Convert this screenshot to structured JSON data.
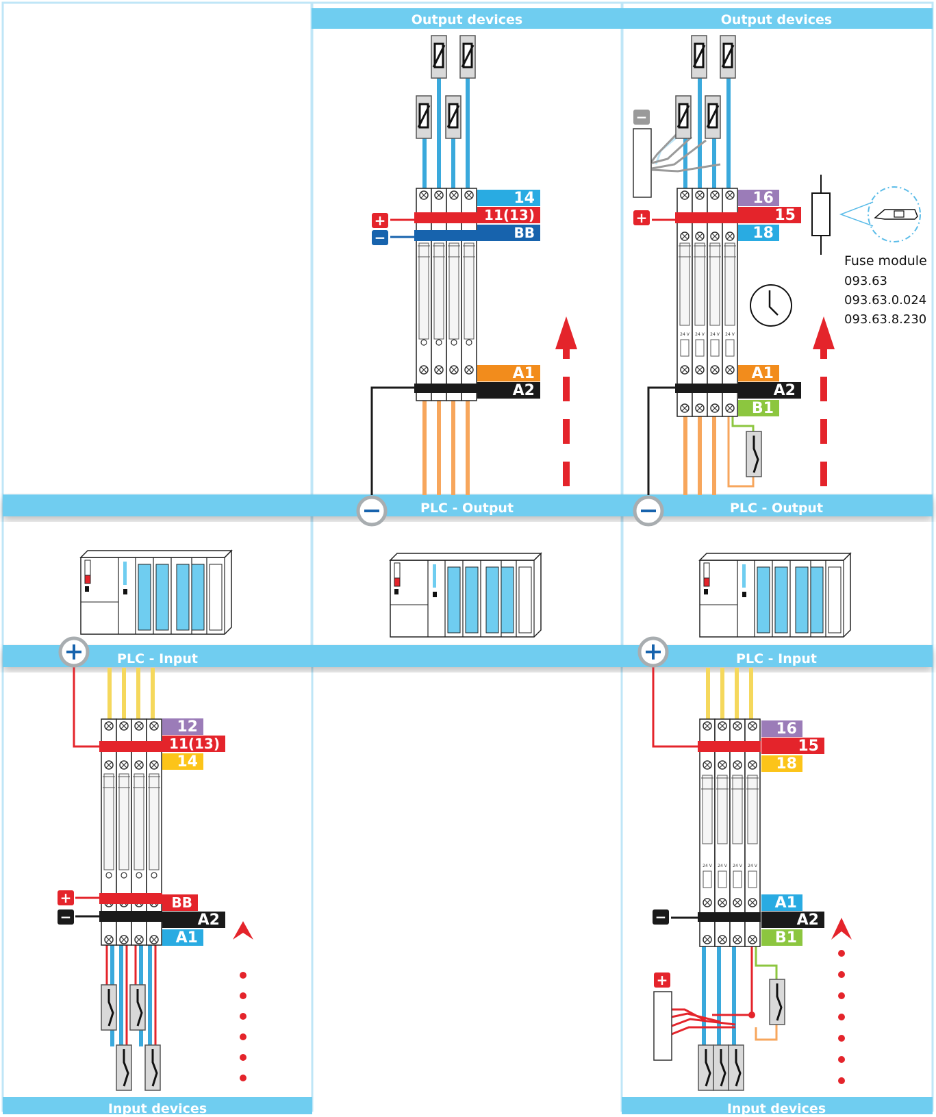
{
  "headers": {
    "output_devices": "Output devices",
    "plc_output": "PLC - Output",
    "plc_input": "PLC - Input",
    "input_devices": "Input devices"
  },
  "panel_b_labels": {
    "t1": "14",
    "t2": "11(13)",
    "t3": "BB",
    "t4": "A1",
    "t5": "A2"
  },
  "panel_c_labels": {
    "t1": "16",
    "t2": "15",
    "t3": "18",
    "t4": "A1",
    "t5": "A2",
    "t6": "B1"
  },
  "panel_d_labels": {
    "t1": "12",
    "t2": "11(13)",
    "t3": "14",
    "t4": "BB",
    "t5": "A2",
    "t6": "A1"
  },
  "panel_f_labels": {
    "t1": "16",
    "t2": "15",
    "t3": "18",
    "t4": "A1",
    "t5": "A2",
    "t6": "B1"
  },
  "fuse_module": {
    "title": "Fuse module",
    "codes": [
      "093.63",
      "093.63.0.024",
      "093.63.8.230"
    ]
  },
  "symbols": {
    "plus": "+",
    "minus": "−"
  },
  "relay_print": "24 V",
  "colors": {
    "header_bg": "#6fcdf0",
    "panel_border": "#bfe6f7",
    "wire_blue": "#3aa9dc",
    "wire_orange": "#f7a65c",
    "wire_yellow": "#f5d85c",
    "red": "#e4242b",
    "dark_blue": "#1763ad",
    "black": "#1a1a1a",
    "orange_label": "#f28c1c",
    "purple_label": "#9b7cb8",
    "green_label": "#8cc63f",
    "yellow_label": "#fcc419",
    "cyan_label": "#29abe2"
  }
}
